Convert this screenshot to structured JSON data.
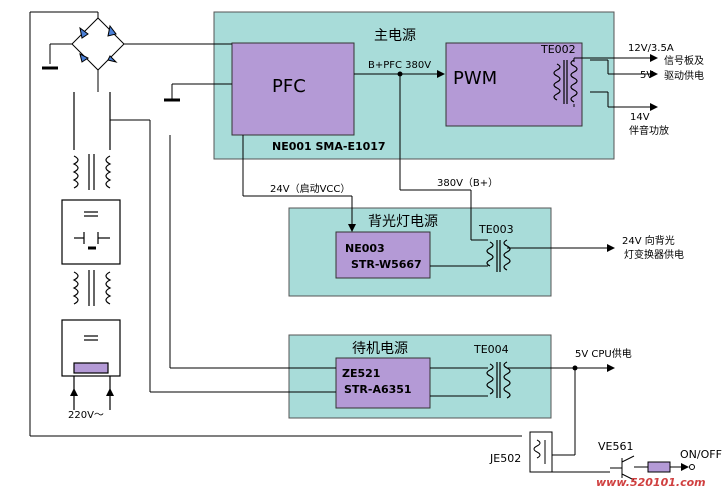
{
  "blocks": {
    "main": {
      "title": "主电源"
    },
    "backlight": {
      "title": "背光灯电源"
    },
    "standby": {
      "title": "待机电源"
    }
  },
  "modules": {
    "pfc": {
      "label": "PFC",
      "sub": "NE001  SMA-E1017"
    },
    "pwm": {
      "label": "PWM"
    },
    "ne003": {
      "line1": "NE003",
      "line2": "STR-W5667"
    },
    "ze521": {
      "line1": "ZE521",
      "line2": "STR-A6351"
    }
  },
  "transformers": {
    "te002": "TE002",
    "te003": "TE003",
    "te004": "TE004",
    "je502": "JE502",
    "ve561": "VE561"
  },
  "signals": {
    "bpfc": "B+PFC 380V",
    "vcc24": "24V（启动VCC）",
    "bplus": "380V（B+）",
    "ac_in": "220V～"
  },
  "outputs": {
    "o12v": {
      "value": "12V/3.5A",
      "desc": "信号板及"
    },
    "o5v": {
      "value": "5V",
      "desc": "驱动供电"
    },
    "o14v": {
      "value": "14V",
      "desc": "伴音功放"
    },
    "o24v": {
      "value": "24V  向背光",
      "desc": "灯变换器供电"
    },
    "ocpu": {
      "value": "5V  CPU供电"
    },
    "onoff": {
      "value": "ON/OFF"
    }
  },
  "watermark": {
    "text": "www.520101.com"
  },
  "colors": {
    "block_fill": "#a8dcd9",
    "module_fill": "#b49ad6",
    "line": "#000000"
  }
}
